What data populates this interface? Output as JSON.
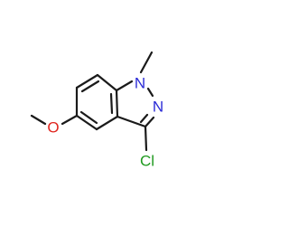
{
  "molecule": {
    "atoms": {
      "n1": {
        "label": "N",
        "color": "#2b2bd6"
      },
      "n2": {
        "label": "N",
        "color": "#2b2bd6"
      },
      "o": {
        "label": "O",
        "color": "#e0261f"
      },
      "cl": {
        "label": "Cl",
        "color": "#1f9a1f"
      }
    },
    "bond_color": "#1a1a1a"
  }
}
